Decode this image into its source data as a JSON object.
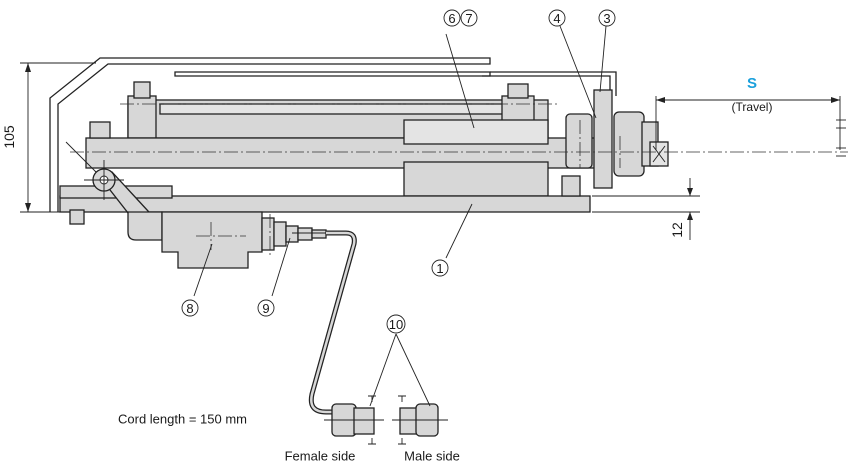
{
  "colors": {
    "accent": "#1aa0dc",
    "line": "#222222",
    "part_fill": "#d7d7d7"
  },
  "dimensions": {
    "height": "105",
    "thickness": "12",
    "travel_symbol": "S",
    "travel_label": "(Travel)"
  },
  "callouts": {
    "c1": "1",
    "c3": "3",
    "c4": "4",
    "c6": "6",
    "c7": "7",
    "c8": "8",
    "c9": "9",
    "c10": "10"
  },
  "labels": {
    "cord_length": "Cord length = 150 mm",
    "female_side": "Female side",
    "male_side": "Male side"
  }
}
